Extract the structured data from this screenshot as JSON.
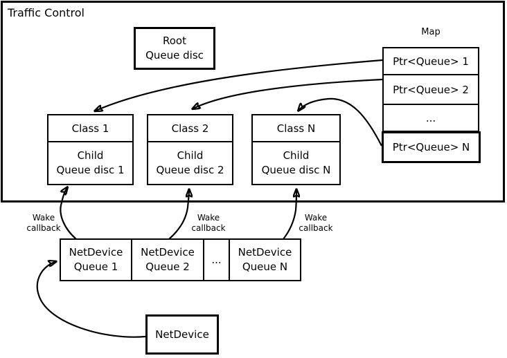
{
  "diagram_title": "Traffic Control",
  "root_queue_disc": {
    "line1": "Root",
    "line2": "Queue disc"
  },
  "map": {
    "label": "Map",
    "rows": [
      "Ptr<Queue> 1",
      "Ptr<Queue> 2",
      "...",
      "Ptr<Queue> N"
    ]
  },
  "classes": [
    {
      "name": "Class 1",
      "child_line1": "Child",
      "child_line2": "Queue disc 1"
    },
    {
      "name": "Class 2",
      "child_line1": "Child",
      "child_line2": "Queue disc 2"
    },
    {
      "name": "Class N",
      "child_line1": "Child",
      "child_line2": "Queue disc N"
    }
  ],
  "wake_callbacks": [
    {
      "line1": "Wake",
      "line2": "callback"
    },
    {
      "line1": "Wake",
      "line2": "callback"
    },
    {
      "line1": "Wake",
      "line2": "callback"
    }
  ],
  "netdevice_queue_row": [
    {
      "line1": "NetDevice",
      "line2": "Queue 1"
    },
    {
      "line1": "NetDevice",
      "line2": "Queue 2"
    },
    {
      "line1": "...",
      "line2": ""
    },
    {
      "line1": "NetDevice",
      "line2": "Queue N"
    }
  ],
  "netdevice": {
    "label": "NetDevice"
  },
  "colors": {
    "line": "#000000",
    "background": "#ffffff",
    "text": "#000000"
  }
}
